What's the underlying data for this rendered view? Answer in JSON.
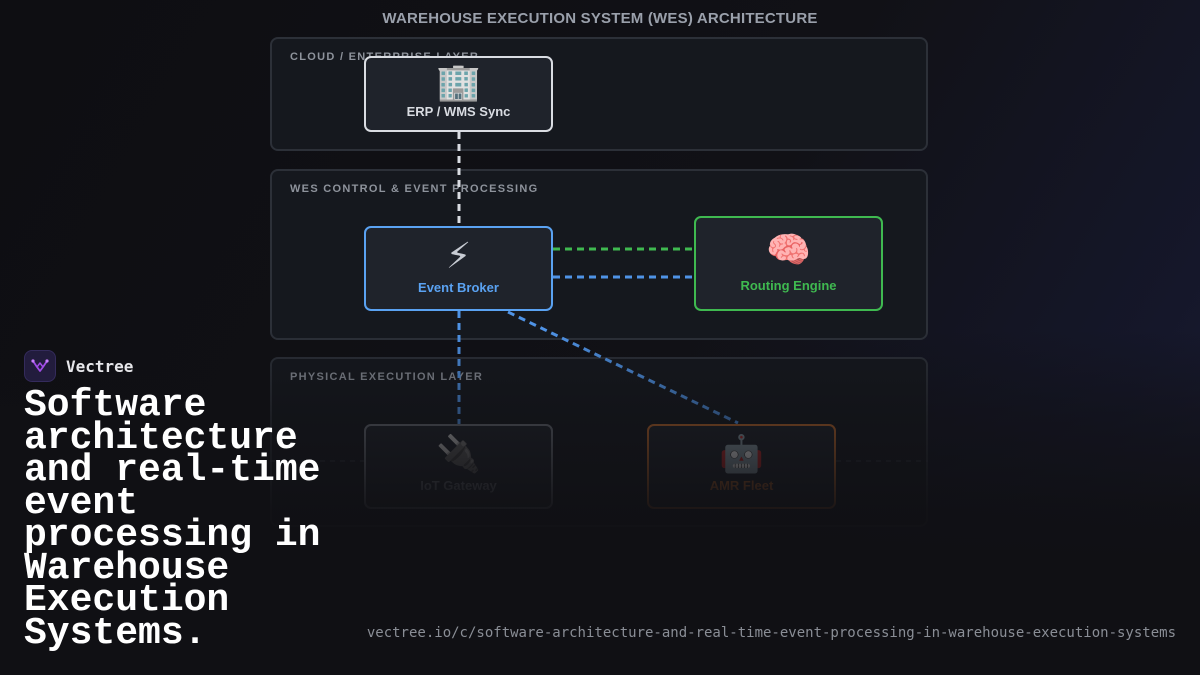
{
  "diagram": {
    "title": "WAREHOUSE EXECUTION SYSTEM (WES) ARCHITECTURE",
    "layers": [
      {
        "label": "CLOUD / ENTERPRISE LAYER"
      },
      {
        "label": "WES CONTROL & EVENT PROCESSING"
      },
      {
        "label": "PHYSICAL EXECUTION LAYER"
      }
    ],
    "nodes": {
      "erp": {
        "icon": "🏢",
        "label": "ERP / WMS Sync",
        "color": "#d9dce2"
      },
      "broker": {
        "icon": "⚡",
        "label": "Event Broker",
        "color": "#5aa2f2"
      },
      "routing": {
        "icon": "🧠",
        "label": "Routing Engine",
        "color": "#3fb950"
      },
      "iot": {
        "icon": "🔌",
        "label": "IoT Gateway",
        "color": "#6b7079"
      },
      "amr": {
        "icon": "🤖",
        "label": "AMR Fleet",
        "color": "#c06a2c"
      }
    },
    "connection_colors": {
      "white": "#d9dce2",
      "green": "#3fb950",
      "blue": "#4f93e6"
    }
  },
  "branding": {
    "name": "Vectree",
    "logo_icon": "vectree-logo-icon",
    "headline": "Software architecture and real-time event processing in Warehouse Execution Systems.",
    "url": "vectree.io/c/software-architecture-and-real-time-event-processing-in-warehouse-execution-systems"
  }
}
